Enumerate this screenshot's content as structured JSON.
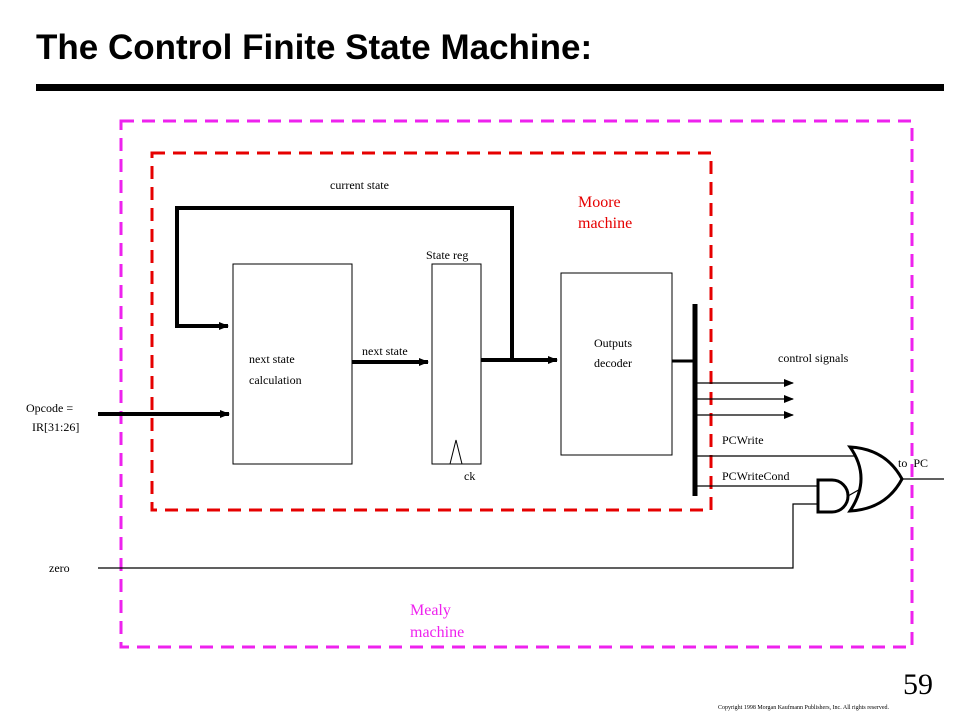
{
  "slide": {
    "title": "The Control Finite State Machine:",
    "page_number": "59",
    "copyright": "Copyright 1998 Morgan Kaufmann Publishers, Inc. All rights reserved."
  },
  "diagram": {
    "colors": {
      "mealy_boundary": "#ee22ee",
      "moore_boundary": "#e60000",
      "wires": "#000000"
    },
    "labels": {
      "current_state": "current state",
      "moore_line1": "Moore",
      "moore_line2": "machine",
      "state_reg": "State reg",
      "next_state_calc_line1": "next state",
      "next_state_calc_line2": "calculation",
      "next_state": "next state",
      "outputs_decoder_line1": "Outputs",
      "outputs_decoder_line2": "decoder",
      "control_signals": "control signals",
      "opcode_line1": "Opcode =",
      "opcode_line2": "IR[31:26]",
      "clock": "ck",
      "pcwrite": "PCWrite",
      "pcwritecond": "PCWriteCond",
      "to_pc": "to  PC",
      "zero": "zero",
      "mealy_line1": "Mealy",
      "mealy_line2": "machine"
    }
  }
}
